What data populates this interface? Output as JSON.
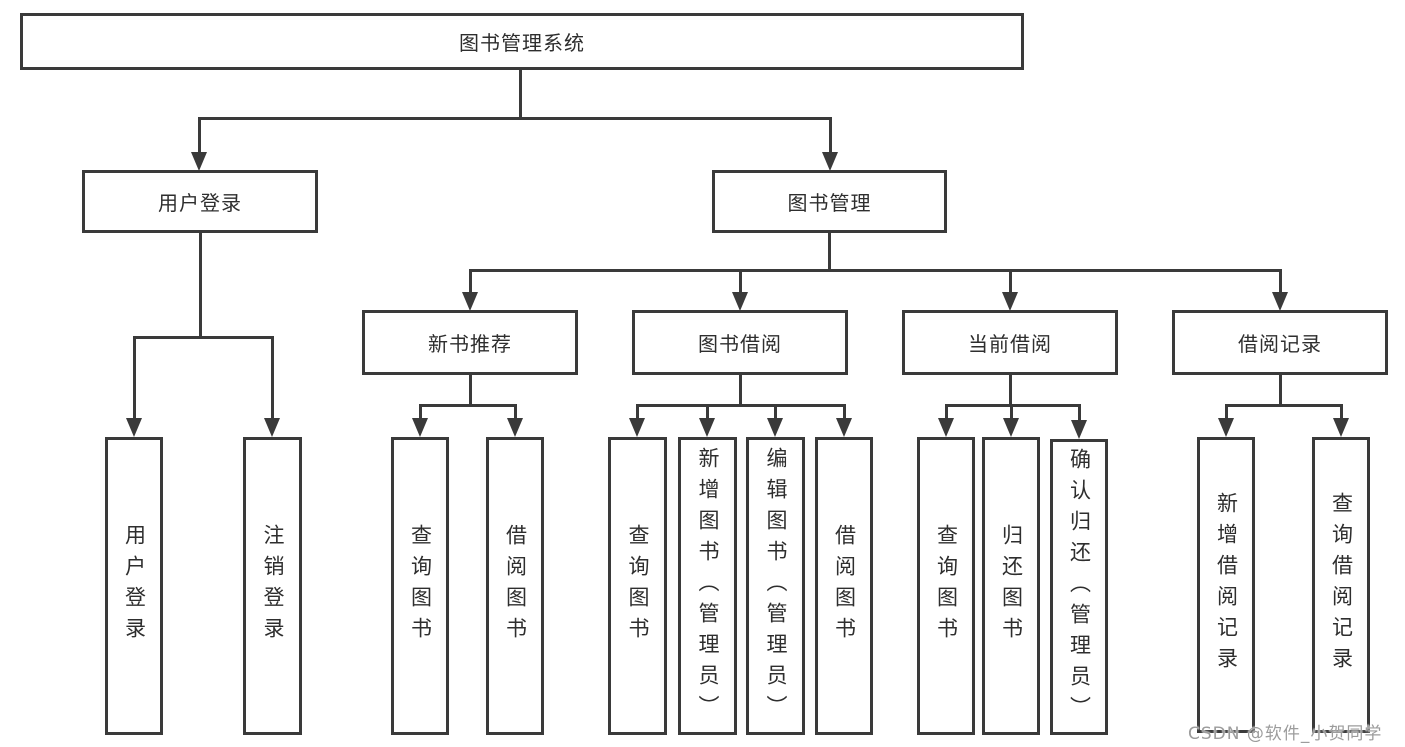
{
  "colors": {
    "line": "#3a3a3a",
    "box_border": "#3a3a3a",
    "text": "#2e2e2e",
    "background": "#ffffff",
    "watermark": "#9c9c9c"
  },
  "chart_data": {
    "type": "tree-diagram",
    "title": "图书管理系统",
    "hierarchy": {
      "图书管理系统": {
        "用户登录": [
          "用户登录",
          "注销登录"
        ],
        "图书管理": {
          "新书推荐": [
            "查询图书",
            "借阅图书"
          ],
          "图书借阅": [
            "查询图书",
            "新增图书（管理员）",
            "编辑图书（管理员）",
            "借阅图书"
          ],
          "当前借阅": [
            "查询图书",
            "归还图书",
            "确认归还（管理员）"
          ],
          "借阅记录": [
            "新增借阅记录",
            "查询借阅记录"
          ]
        }
      }
    }
  },
  "nodes": {
    "root": {
      "label": "图书管理系统"
    },
    "user_login": {
      "label": "用户登录",
      "children": [
        {
          "label": "用户登录"
        },
        {
          "label": "注销登录"
        }
      ]
    },
    "book_mgmt": {
      "label": "图书管理",
      "sections": [
        {
          "label": "新书推荐",
          "children": [
            {
              "label": "查询图书"
            },
            {
              "label": "借阅图书"
            }
          ]
        },
        {
          "label": "图书借阅",
          "children": [
            {
              "label": "查询图书"
            },
            {
              "label": "新增图书（管理员）"
            },
            {
              "label": "编辑图书（管理员）"
            },
            {
              "label": "借阅图书"
            }
          ]
        },
        {
          "label": "当前借阅",
          "children": [
            {
              "label": "查询图书"
            },
            {
              "label": "归还图书"
            },
            {
              "label": "确认归还（管理员）"
            }
          ]
        },
        {
          "label": "借阅记录",
          "children": [
            {
              "label": "新增借阅记录"
            },
            {
              "label": "查询借阅记录"
            }
          ]
        }
      ]
    }
  },
  "watermark": {
    "text": "CSDN @软件_小贺同学"
  }
}
